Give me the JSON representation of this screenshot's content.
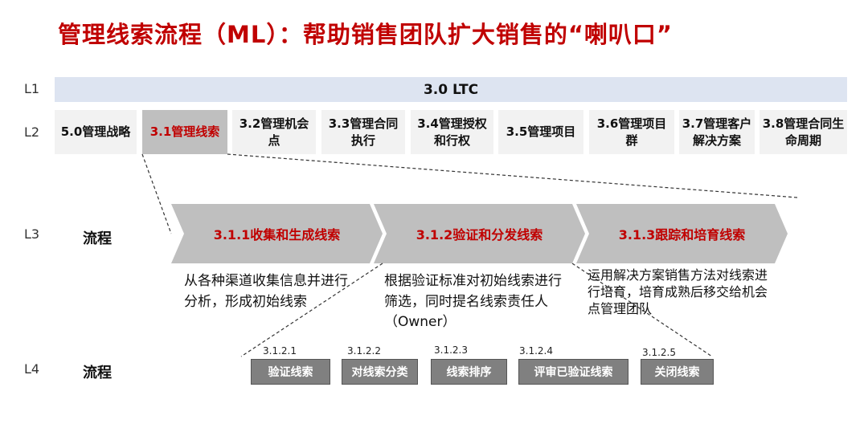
{
  "title": "管理线索流程（ML）：帮助销售团队扩大销售的“喇叭口”",
  "levels": {
    "l1": "L1",
    "l2": "L2",
    "l3": "L3",
    "l4": "L4"
  },
  "l1_label": "3.0 LTC",
  "l2_items": [
    "5.0管理战略",
    "3.1管理线索",
    "3.2管理机会点",
    "3.3管理合同执行",
    "3.4管理授权和行权",
    "3.5管理项目",
    "3.6管理项目群",
    "3.7管理客户解决方案",
    "3.8管理合同生命周期"
  ],
  "l3_title": "流程",
  "l3_processes": [
    "3.1.1收集和生成线索",
    "3.1.2验证和分发线索",
    "3.1.3跟踪和培育线索"
  ],
  "l3_descriptions": [
    "从各种渠道收集信息并进行分析，形成初始线索",
    "根据验证标准对初始线索进行筛选，同时提名线索责任人（Owner）",
    "运用解决方案销售方法对线索进行培育，培育成熟后移交给机会点管理团队"
  ],
  "l4_title": "流程",
  "l4_steps": [
    {
      "code": "3.1.2.1",
      "label": "验证线索"
    },
    {
      "code": "3.1.2.2",
      "label": "对线索分类"
    },
    {
      "code": "3.1.2.3",
      "label": "线索排序"
    },
    {
      "code": "3.1.2.4",
      "label": "评审已验证线索"
    },
    {
      "code": "3.1.2.5",
      "label": "关闭线索"
    }
  ],
  "colors": {
    "title": "#c00000",
    "l1_bar": "#dde4f1",
    "l2_box": "#f2f2f2",
    "l2_active": "#bfbfbf",
    "chevron": "#bfbfbf",
    "l4_box": "#808080"
  }
}
